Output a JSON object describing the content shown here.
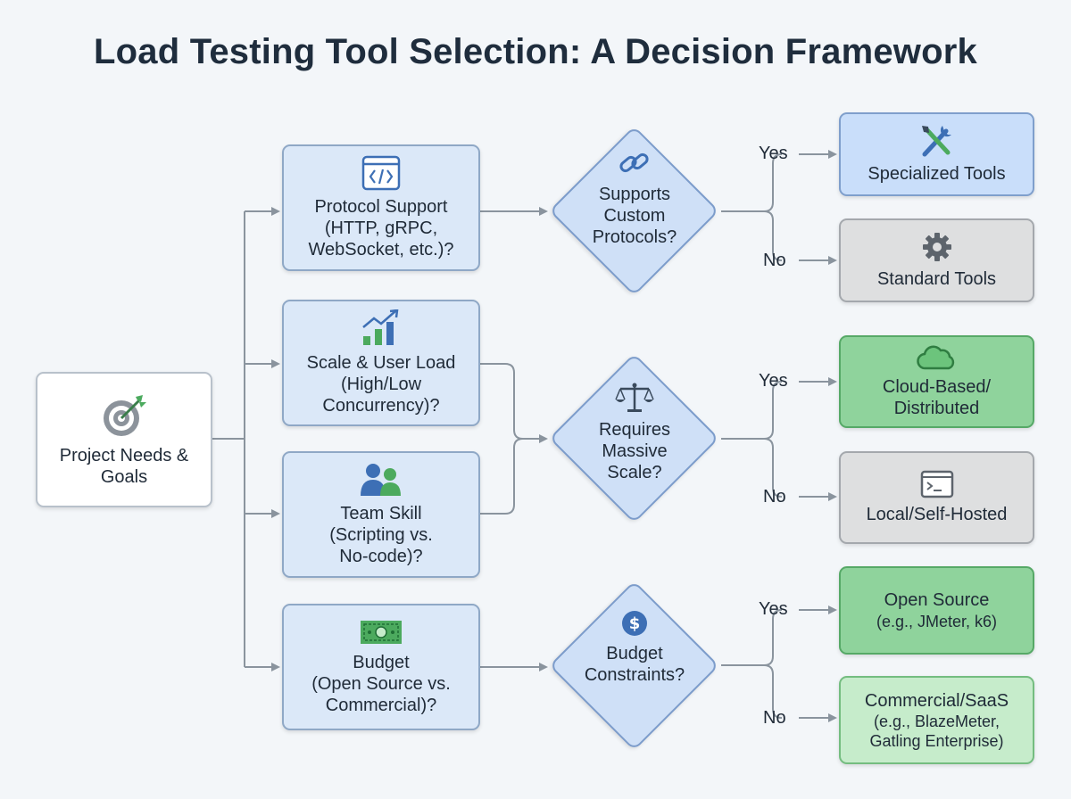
{
  "title": "Load Testing Tool Selection: A Decision Framework",
  "start": {
    "label": "Project Needs & Goals",
    "icon": "target-icon"
  },
  "factors": {
    "protocol": {
      "label": "Protocol Support",
      "detail": "(HTTP, gRPC, WebSocket, etc.)?",
      "icon": "code-window-icon"
    },
    "scale": {
      "label": "Scale & User Load",
      "detail": "(High/Low Concurrency)?",
      "icon": "growth-chart-icon"
    },
    "team": {
      "label": "Team Skill",
      "detail": "(Scripting vs. No-code)?",
      "icon": "users-icon"
    },
    "budget": {
      "label": "Budget",
      "detail": "(Open Source vs. Commercial)?",
      "icon": "money-icon"
    }
  },
  "decisions": {
    "custom_protocols": {
      "label": "Supports Custom Protocols?",
      "icon": "link-icon"
    },
    "massive_scale": {
      "label": "Requires Massive Scale?",
      "icon": "scales-icon"
    },
    "budget_constraints": {
      "label": "Budget Constraints?",
      "icon": "dollar-icon"
    }
  },
  "branch_labels": {
    "yes": "Yes",
    "no": "No"
  },
  "outcomes": {
    "specialized": {
      "label": "Specialized Tools",
      "icon": "tools-icon"
    },
    "standard": {
      "label": "Standard Tools",
      "icon": "gear-icon"
    },
    "cloud": {
      "label": "Cloud-Based/ Distributed",
      "icon": "cloud-icon"
    },
    "local": {
      "label": "Local/Self-Hosted",
      "icon": "terminal-icon"
    },
    "open_source": {
      "label": "Open Source",
      "detail": "(e.g., JMeter, k6)"
    },
    "commercial": {
      "label": "Commercial/SaaS",
      "detail": "(e.g., BlazeMeter, Gatling Enterprise)"
    }
  },
  "colors": {
    "connector": "#8a949e",
    "blue_fill": "#dbe8f8",
    "gray_fill": "#dedfe0",
    "green_fill": "#8fd39c",
    "light_green_fill": "#c6eccb"
  }
}
